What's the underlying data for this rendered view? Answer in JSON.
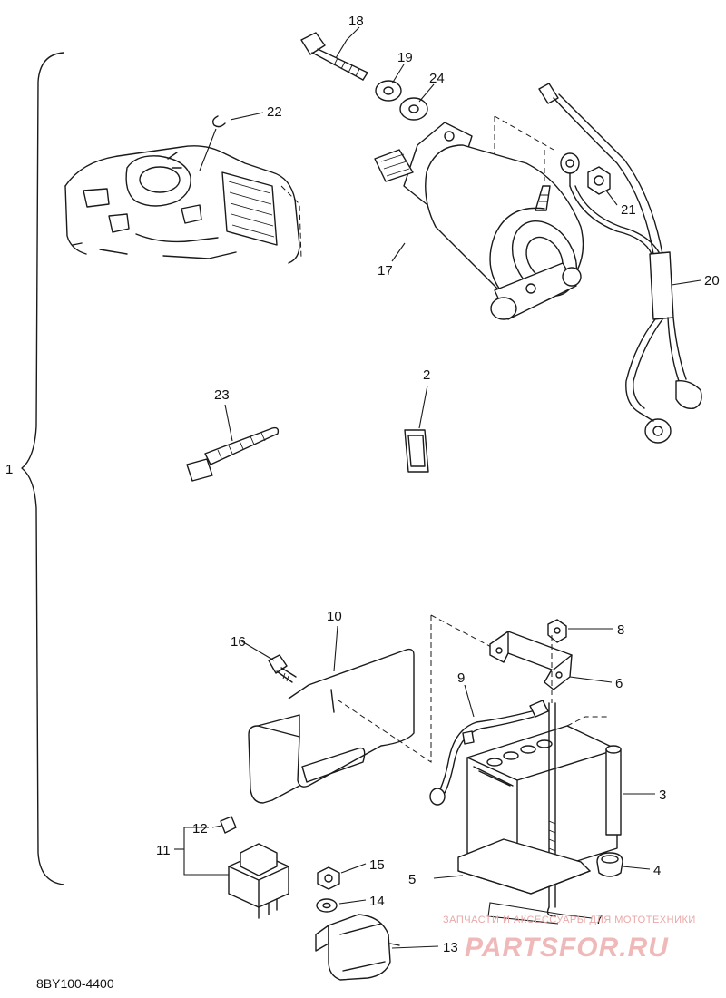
{
  "diagram": {
    "callouts": [
      {
        "id": "c1",
        "label": "1"
      },
      {
        "id": "c2",
        "label": "2"
      },
      {
        "id": "c3",
        "label": "3"
      },
      {
        "id": "c4",
        "label": "4"
      },
      {
        "id": "c5",
        "label": "5"
      },
      {
        "id": "c6",
        "label": "6"
      },
      {
        "id": "c7",
        "label": "7"
      },
      {
        "id": "c8",
        "label": "8"
      },
      {
        "id": "c9",
        "label": "9"
      },
      {
        "id": "c10",
        "label": "10"
      },
      {
        "id": "c11",
        "label": "11"
      },
      {
        "id": "c12",
        "label": "12"
      },
      {
        "id": "c13",
        "label": "13"
      },
      {
        "id": "c14",
        "label": "14"
      },
      {
        "id": "c15",
        "label": "15"
      },
      {
        "id": "c16",
        "label": "16"
      },
      {
        "id": "c17",
        "label": "17"
      },
      {
        "id": "c18",
        "label": "18"
      },
      {
        "id": "c19",
        "label": "19"
      },
      {
        "id": "c20",
        "label": "20"
      },
      {
        "id": "c21",
        "label": "21"
      },
      {
        "id": "c22",
        "label": "22"
      },
      {
        "id": "c23",
        "label": "23"
      },
      {
        "id": "c24",
        "label": "24"
      }
    ],
    "drawing_code": "8BY100-4400"
  },
  "watermark": {
    "tagline": "ЗАПЧАСТИ И АКСЕССУАРЫ ДЛЯ МОТОТЕХНИКИ",
    "brand": "PARTSFOR.RU",
    "color": "#e9a7a7"
  }
}
